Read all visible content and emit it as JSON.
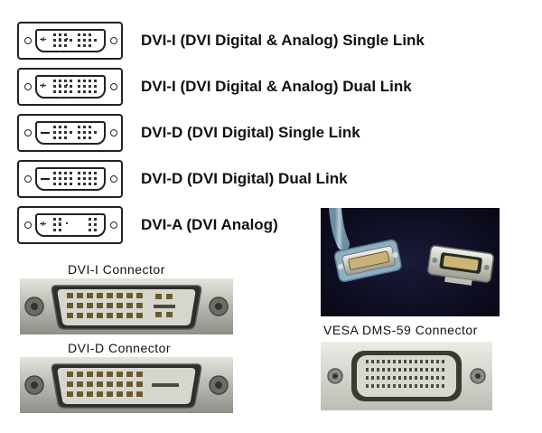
{
  "connectors": [
    {
      "label": "DVI-I (DVI Digital & Analog) Single Link",
      "kind": "i",
      "link": "single"
    },
    {
      "label": "DVI-I (DVI Digital & Analog) Dual Link",
      "kind": "i",
      "link": "dual"
    },
    {
      "label": "DVI-D (DVI Digital) Single Link",
      "kind": "d",
      "link": "single"
    },
    {
      "label": "DVI-D (DVI Digital) Dual Link",
      "kind": "d",
      "link": "dual"
    },
    {
      "label": "DVI-A (DVI Analog)",
      "kind": "a",
      "link": "analog"
    }
  ],
  "photos": {
    "dvi_i_caption": "DVI-I Connector",
    "dvi_d_caption": "DVI-D Connector",
    "vesa_caption": "VESA DMS-59 Connector"
  },
  "colors": {
    "outline": "#222222",
    "metal": "#c9c9c2",
    "cable_photo_bg": "#0a0a1e",
    "vesa_plate": "#dcdcd6"
  }
}
